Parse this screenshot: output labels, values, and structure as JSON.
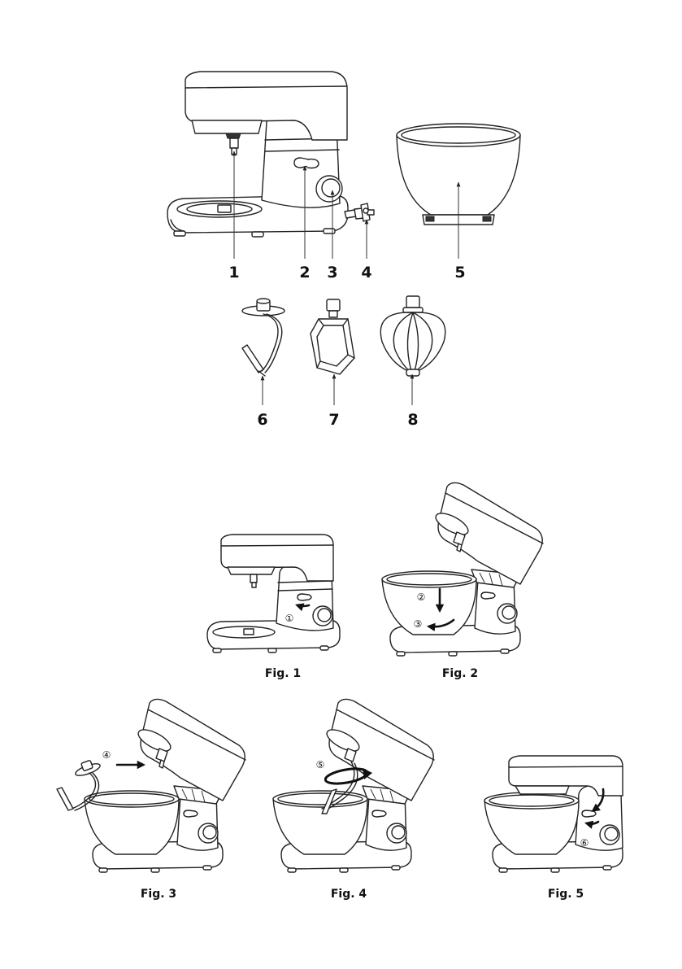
{
  "parts": {
    "labels": [
      "1",
      "2",
      "3",
      "4",
      "5",
      "6",
      "7",
      "8"
    ]
  },
  "figures": {
    "fig1": "Fig. 1",
    "fig2": "Fig. 2",
    "fig3": "Fig. 3",
    "fig4": "Fig. 4",
    "fig5": "Fig. 5"
  },
  "steps": [
    "①",
    "②",
    "③",
    "④",
    "⑤",
    "⑥"
  ]
}
